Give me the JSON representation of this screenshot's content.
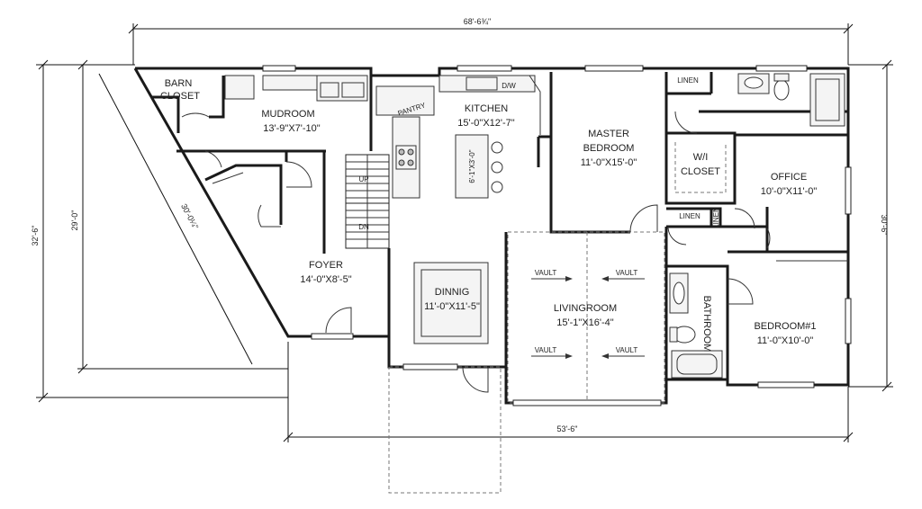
{
  "rooms": {
    "barn_closet": {
      "name_line1": "BARN",
      "name_line2": "CLOSET"
    },
    "mudroom": {
      "name": "MUDROOM",
      "size": "13'-9\"X7'-10\""
    },
    "pantry": {
      "name": "PANTRY"
    },
    "kitchen": {
      "name": "KITCHEN",
      "size": "15'-0\"X12'-7\"",
      "dishwasher": "D/W",
      "island": "6'-1\"X3'-0\""
    },
    "master_bedroom": {
      "name_line1": "MASTER",
      "name_line2": "BEDROOM",
      "size": "11'-0\"X15'-0\""
    },
    "linen_top": {
      "name": "LINEN"
    },
    "wi_closet": {
      "name_line1": "W/I",
      "name_line2": "CLOSET"
    },
    "office": {
      "name": "OFFICE",
      "size": "10'-0\"X11'-0\""
    },
    "linen_mid": {
      "name": "LINEN"
    },
    "linen_vert": {
      "name": "LINEN"
    },
    "foyer": {
      "name": "FOYER",
      "size": "14'-0\"X8'-5\""
    },
    "dining": {
      "name": "DINNIG",
      "size": "11'-0\"X11'-5\""
    },
    "living_room": {
      "name": "LIVINGROOM",
      "size": "15'-1\"X16'-4\"",
      "vault_left": "VAULT",
      "vault_right": "VAULT"
    },
    "bathroom": {
      "name": "BATHROOM"
    },
    "bedroom1": {
      "name": "BEDROOM#1",
      "size": "11'-0\"X10'-0\""
    }
  },
  "dimensions": {
    "top_overall": "68'-6¾\"",
    "bottom_overall": "53'-6\"",
    "left_outer": "32'-6\"",
    "left_inner": "29'-0\"",
    "diagonal": "30'-0¼\"",
    "right": "30'-6\""
  },
  "stairs": {
    "up": "UP",
    "down": "DN"
  }
}
